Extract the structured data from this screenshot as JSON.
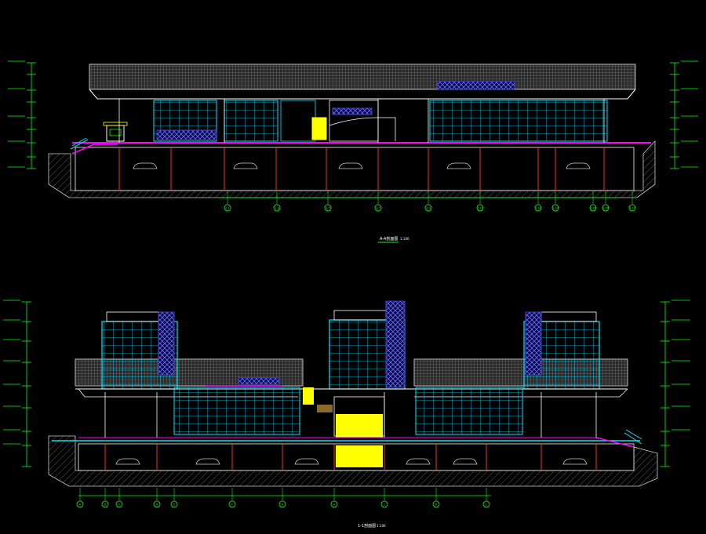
{
  "drawing": {
    "background": "#000000",
    "colors": {
      "green": "#00ff00",
      "cyan": "#00e5ff",
      "white": "#ffffff",
      "magenta": "#ff00ff",
      "red": "#ff2a2a",
      "yellow": "#ffff00",
      "blue": "#3a3aff",
      "grey": "#9a9a9a"
    },
    "upper_section": {
      "caption": "A-A剖面图",
      "scale": "1:100",
      "grid_bubbles": [
        "1-1",
        "1-3",
        "1-5",
        "1-7",
        "1-9",
        "1-11",
        "1-13",
        "1-14",
        "1-15",
        "1-16",
        "1-17"
      ]
    },
    "lower_section": {
      "caption": "1-1剖面图",
      "scale": "1:100",
      "grid_bubbles": [
        "A",
        "B",
        "C",
        "D",
        "E",
        "F",
        "G",
        "H",
        "J",
        "K",
        "L"
      ]
    }
  }
}
